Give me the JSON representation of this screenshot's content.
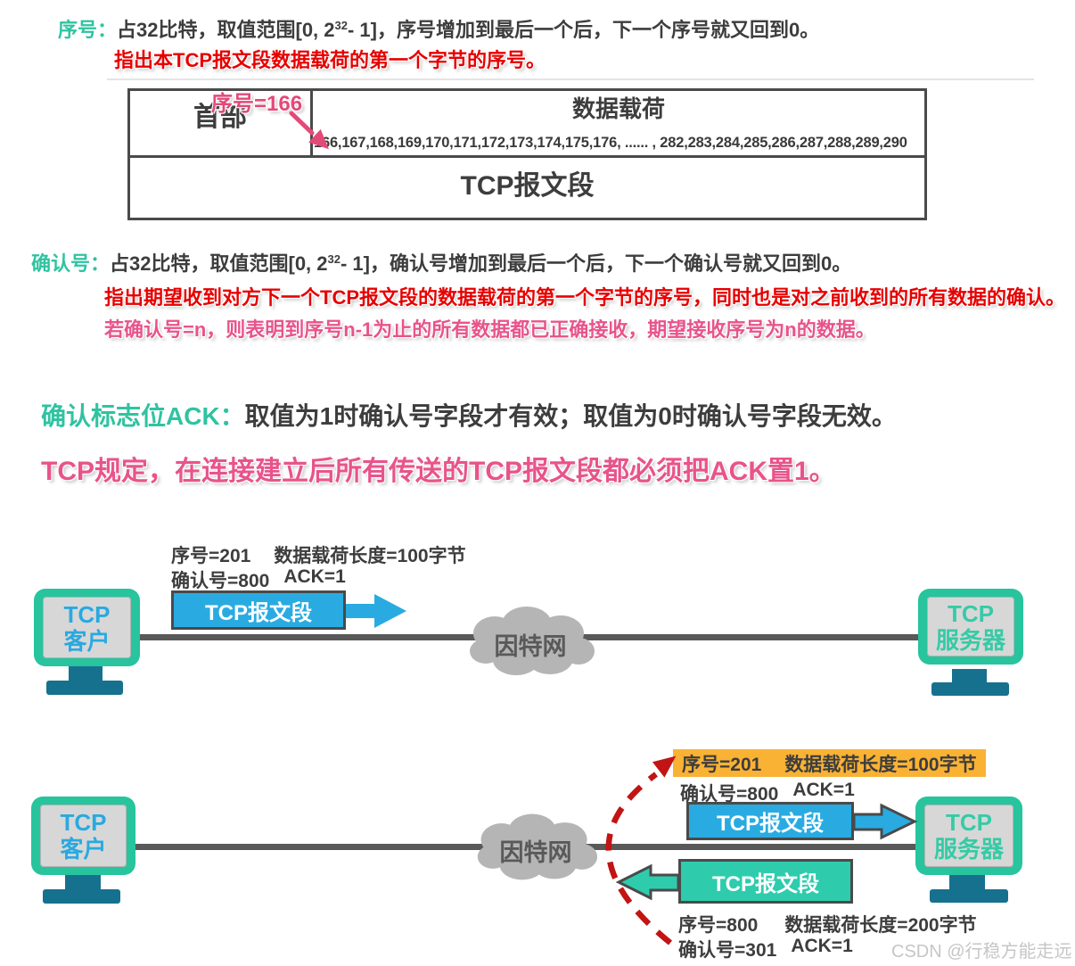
{
  "seq_section": {
    "heading": "序号：",
    "body_pre": "占32比特，取值范围[0, 2",
    "body_sup": "32",
    "body_post": "- 1]，序号增加到最后一个后，下一个序号就又回到0。",
    "note": "指出本TCP报文段数据载荷的第一个字节的序号。"
  },
  "segment_diagram": {
    "seq_pointer_label": "序号=166",
    "header_cell": "首部",
    "payload_title": "数据载荷",
    "payload_numbers": "166,167,168,169,170,171,172,173,174,175,176, ...... , 282,283,284,285,286,287,288,289,290",
    "segment_label": "TCP报文段"
  },
  "ack_section": {
    "heading": "确认号：",
    "body_pre": "占32比特，取值范围[0, 2",
    "body_sup": "32",
    "body_post": "- 1]，确认号增加到最后一个后，下一个确认号就又回到0。",
    "note1": "指出期望收到对方下一个TCP报文段的数据载荷的第一个字节的序号，同时也是对之前收到的所有数据的确认。",
    "note2": "若确认号=n，则表明到序号n-1为止的所有数据都已正确接收，期望接收序号为n的数据。"
  },
  "ack_flag_section": {
    "heading": "确认标志位ACK：",
    "body": "取值为1时确认号字段才有效；取值为0时确认号字段无效。",
    "rule": "TCP规定，在连接建立后所有传送的TCP报文段都必须把ACK置1。"
  },
  "diagram1": {
    "seq": "序号=201",
    "payload_len": "数据载荷长度=100字节",
    "ack_no": "确认号=800",
    "ack_flag": "ACK=1",
    "segment_box": "TCP报文段",
    "cloud": "因特网",
    "client": {
      "line1": "TCP",
      "line2": "客户"
    },
    "server": {
      "line1": "TCP",
      "line2": "服务器"
    }
  },
  "diagram2": {
    "sent": {
      "seq": "序号=201",
      "payload_len": "数据载荷长度=100字节",
      "ack_no": "确认号=800",
      "ack_flag": "ACK=1",
      "box": "TCP报文段"
    },
    "reply": {
      "seq": "序号=800",
      "payload_len": "数据载荷长度=200字节",
      "ack_no": "确认号=301",
      "ack_flag": "ACK=1",
      "box": "TCP报文段"
    },
    "cloud": "因特网",
    "client": {
      "line1": "TCP",
      "line2": "客户"
    },
    "server": {
      "line1": "TCP",
      "line2": "服务器"
    }
  },
  "watermark": "CSDN @行稳方能走远",
  "colors": {
    "teal_heading": "#2fc3a1",
    "red_text": "#e60000",
    "pink_text": "#e8548a",
    "pink_label": "#e24a78",
    "dark_text": "#3d3d3d",
    "blue_box": "#29abe2",
    "teal_box": "#2eccad",
    "monitor_frame_green": "#27c49d",
    "client_text_blue": "#29a9e0",
    "server_text_teal": "#35cba6",
    "stand_teal": "#16718e",
    "cloud_gray": "#b5b5b5",
    "line_gray": "#595959",
    "highlight_yellow": "#f9b234",
    "red_dashed_arc": "#c21414"
  }
}
